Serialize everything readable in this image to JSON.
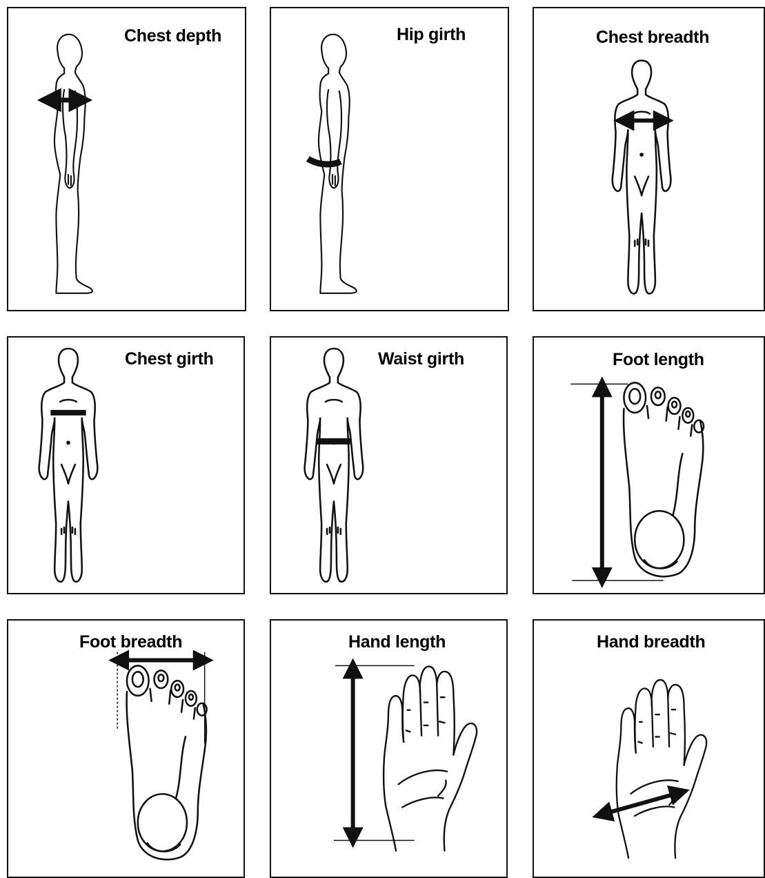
{
  "panels": [
    {
      "id": "chest-depth",
      "label": "Chest depth"
    },
    {
      "id": "hip-girth",
      "label": "Hip girth"
    },
    {
      "id": "chest-breadth",
      "label": "Chest breadth"
    },
    {
      "id": "chest-girth",
      "label": "Chest girth"
    },
    {
      "id": "waist-girth",
      "label": "Waist girth"
    },
    {
      "id": "foot-length",
      "label": "Foot length"
    },
    {
      "id": "foot-breadth",
      "label": "Foot breadth"
    },
    {
      "id": "hand-length",
      "label": "Hand length"
    },
    {
      "id": "hand-breadth",
      "label": "Hand breadth"
    }
  ]
}
